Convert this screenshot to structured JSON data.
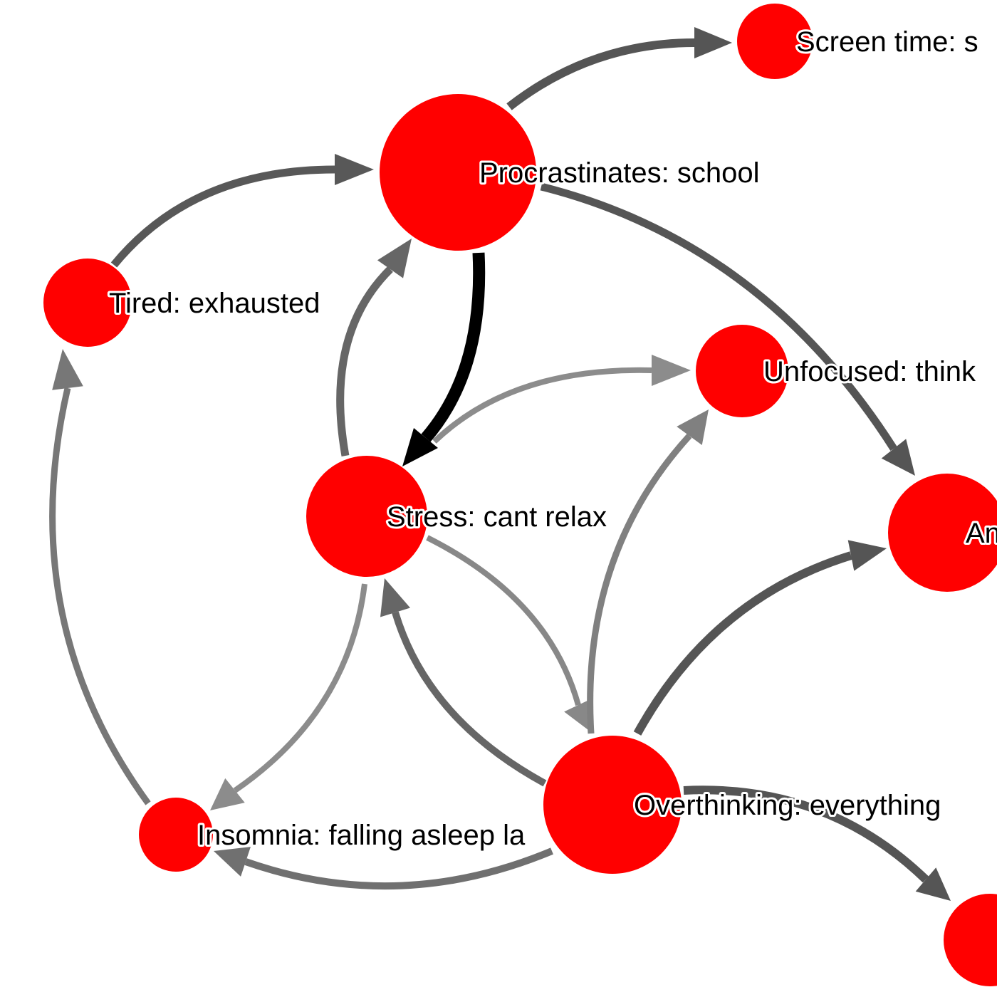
{
  "nodes": [
    {
      "id": "screen",
      "label": "Screen time: s",
      "color": "#ff0000"
    },
    {
      "id": "procrastinates",
      "label": "Procrastinates: school",
      "color": "#ff0000"
    },
    {
      "id": "tired",
      "label": "Tired: exhausted",
      "color": "#ff0000"
    },
    {
      "id": "unfocused",
      "label": "Unfocused: think",
      "color": "#ff0000"
    },
    {
      "id": "stress",
      "label": "Stress: cant relax",
      "color": "#ff0000"
    },
    {
      "id": "an",
      "label": "An",
      "color": "#ff0000"
    },
    {
      "id": "insomnia",
      "label": "Insomnia: falling asleep la",
      "color": "#ff0000"
    },
    {
      "id": "overthinking",
      "label": "Overthinking: everything",
      "color": "#ff0000"
    },
    {
      "id": "bottomright",
      "label": "",
      "color": "#ff0000"
    }
  ],
  "edges": [
    {
      "from": "procrastinates",
      "to": "screen",
      "color": "#555555"
    },
    {
      "from": "tired",
      "to": "procrastinates",
      "color": "#585858"
    },
    {
      "from": "procrastinates",
      "to": "stress",
      "color": "#000000"
    },
    {
      "from": "stress",
      "to": "procrastinates",
      "color": "#666666"
    },
    {
      "from": "procrastinates",
      "to": "an",
      "color": "#555555"
    },
    {
      "from": "stress",
      "to": "unfocused",
      "color": "#8c8c8c"
    },
    {
      "from": "stress",
      "to": "overthinking",
      "color": "#888888"
    },
    {
      "from": "overthinking",
      "to": "unfocused",
      "color": "#808080"
    },
    {
      "from": "overthinking",
      "to": "stress",
      "color": "#666666"
    },
    {
      "from": "overthinking",
      "to": "an",
      "color": "#555555"
    },
    {
      "from": "stress",
      "to": "insomnia",
      "color": "#8c8c8c"
    },
    {
      "from": "insomnia",
      "to": "tired",
      "color": "#777777"
    },
    {
      "from": "overthinking",
      "to": "insomnia",
      "color": "#707070"
    },
    {
      "from": "overthinking",
      "to": "bottomright",
      "color": "#555555"
    }
  ]
}
